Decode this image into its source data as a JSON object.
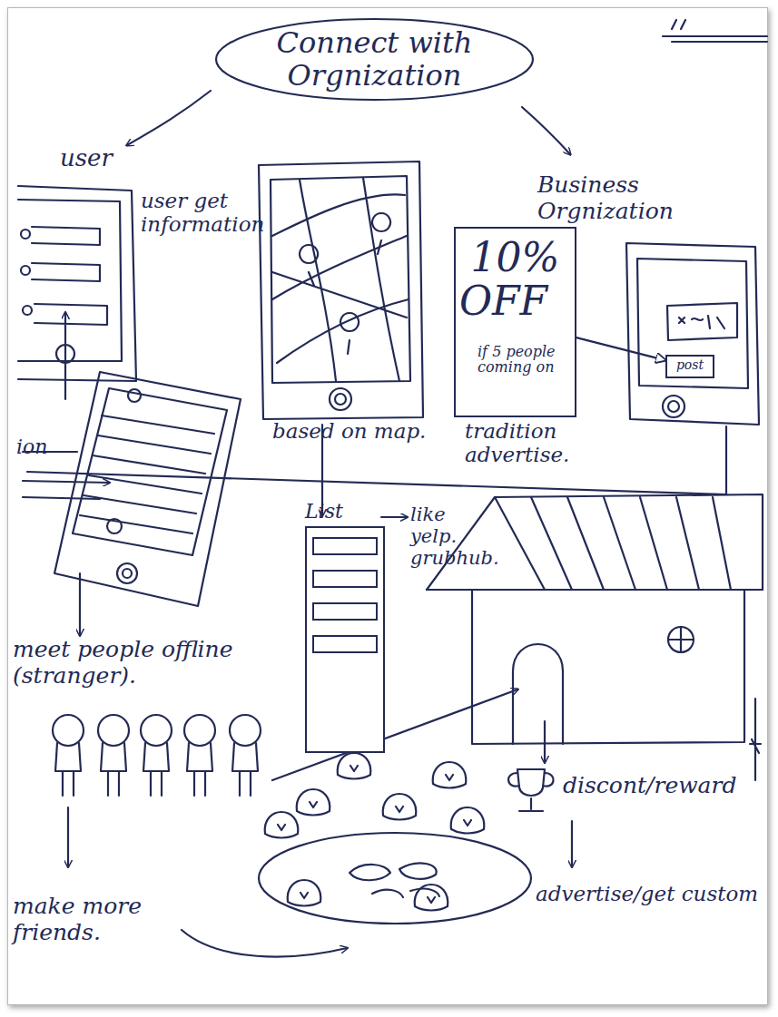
{
  "diagram": {
    "nodes": [
      {
        "text": [
          "Connect with Orgnization"
        ]
      },
      {
        "text": [
          "10%",
          "OFF",
          "if 5 people coming on"
        ]
      },
      {
        "text": [
          "List"
        ]
      },
      {
        "text": [
          "post"
        ]
      }
    ],
    "edges": [
      {
        "from": 1,
        "to": 3,
        "arrow": "to"
      }
    ],
    "labels": [
      "user",
      "user get information",
      "ion",
      "based on map.",
      "like yelp. grubhub.",
      "tradition advertise.",
      "Business Orgnization",
      "meet people offline (stranger).",
      "make more friends.",
      "discont/reward",
      "advertise/get custom"
    ]
  }
}
